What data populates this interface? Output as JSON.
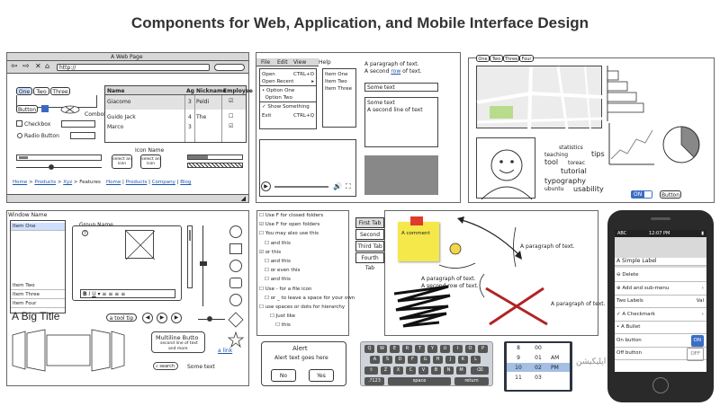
{
  "title": "Components for Web, Application, and Mobile Interface Design",
  "browser": {
    "window_title": "A Web Page",
    "url": "http://",
    "tabs": [
      "One",
      "Two",
      "Three"
    ],
    "button": "Button",
    "combo": "ComboBox",
    "checkbox": "Checkbox",
    "radio": "Radio Button",
    "table_headers": [
      "Name",
      "Ag",
      "Nickname",
      "Employee"
    ],
    "table_rows": [
      [
        "Giacomo",
        "3",
        "Peldi",
        "☑"
      ],
      [
        "Guido Jack",
        "4",
        "The",
        "☐"
      ],
      [
        "Marco",
        "3",
        "",
        "☑"
      ]
    ],
    "select_icon": "select an icon",
    "icon_name": "Icon Name",
    "breadcrumbs": [
      "Home",
      "Products",
      "Xyz",
      "Features"
    ],
    "sep": ">",
    "navlinks": [
      "Home",
      "Products",
      "Company",
      "Blog"
    ]
  },
  "menu": {
    "bar": [
      "File",
      "Edit",
      "View",
      "Help"
    ],
    "items": [
      {
        "label": "Open",
        "shortcut": "CTRL+O"
      },
      {
        "label": "Open Recent",
        "shortcut": "▸"
      },
      {
        "label": "Option One",
        "shortcut": ""
      },
      {
        "label": "Option Two",
        "shortcut": ""
      },
      {
        "label": "Show Something",
        "shortcut": ""
      },
      {
        "label": "Exit",
        "shortcut": "CTRL+Q"
      }
    ],
    "list": [
      "Item One",
      "Item Two",
      "Item Three"
    ],
    "para_line1": "A paragraph of text.",
    "para_line2_pre": "A second ",
    "para_row": "row",
    "para_line2_post": " of text.",
    "some_text": "Some text",
    "textarea_line1": "Some text",
    "textarea_line2": "A second line of text"
  },
  "tabs_panel": {
    "tabs": [
      "One",
      "Two",
      "Three",
      "Four"
    ],
    "tags": [
      "statistics",
      "teaching",
      "tips",
      "tool",
      "toreac",
      "tutorial",
      "typography",
      "ubuntu",
      "usability"
    ],
    "toggle": "ON",
    "button": "Button"
  },
  "window2": {
    "title": "Window Name",
    "list": [
      "Item One",
      "Item Two",
      "Item Three",
      "Item Four"
    ],
    "group": "Group Name",
    "big_title": "A Big Title",
    "tooltip": "a tool tip",
    "multiline_title": "Multiline Butto",
    "multiline_sub1": "second line of text",
    "multiline_sub2": "and more",
    "search": "search",
    "some_text": "Some text",
    "link": "a link"
  },
  "tree": {
    "items": [
      "Use F for closed folders",
      "Use F for open folders",
      "You may also use this",
      "and this",
      "or this",
      "and this",
      "or even this",
      "and this",
      "Use - for a file icon",
      "or _ to leave a space for your own",
      "use spaces or dots for hierarchy",
      "Just like",
      "this"
    ],
    "alert_title": "Alert",
    "alert_text": "Alert text goes here",
    "no": "No",
    "yes": "Yes"
  },
  "vtabs": [
    "First Tab",
    "Second Tab",
    "Third Tab",
    "Fourth Tab"
  ],
  "sketch": {
    "comment": "A comment",
    "para1": "A paragraph of text.",
    "para2_l1": "A paragraph of text.",
    "para2_l2": "A second row of text.",
    "para3": "A paragraph of text."
  },
  "keyboard": {
    "row1": [
      "Q",
      "W",
      "E",
      "R",
      "T",
      "Y",
      "U",
      "I",
      "O",
      "P"
    ],
    "row2": [
      "A",
      "S",
      "D",
      "F",
      "G",
      "H",
      "J",
      "K",
      "L"
    ],
    "row3": [
      "Z",
      "X",
      "C",
      "V",
      "B",
      "N",
      "M"
    ],
    "bottom": [
      ".?123",
      "space",
      "return"
    ]
  },
  "picker": {
    "hours": [
      "8",
      "9",
      "10",
      "11"
    ],
    "minutes": [
      "00",
      "01",
      "02",
      "03"
    ],
    "ampm": [
      "AM",
      "PM"
    ],
    "selected_hour": "10",
    "selected_min": "02",
    "selected_ampm": "PM"
  },
  "watermark": "اپلیکیشن",
  "phone": {
    "carrier": "ABC",
    "time": "12:07 PM",
    "title": "A Simple Label",
    "items": [
      {
        "label": "Delete",
        "right": ""
      },
      {
        "label": "Add and sub-menu",
        "right": "›"
      },
      {
        "label": "Two Labels",
        "right": "Val"
      },
      {
        "label": "A Checkmark",
        "right": "›"
      },
      {
        "label": "A Bullet",
        "right": ""
      },
      {
        "label": "On button",
        "right": "ON"
      },
      {
        "label": "Off button",
        "right": "OFF"
      }
    ]
  }
}
